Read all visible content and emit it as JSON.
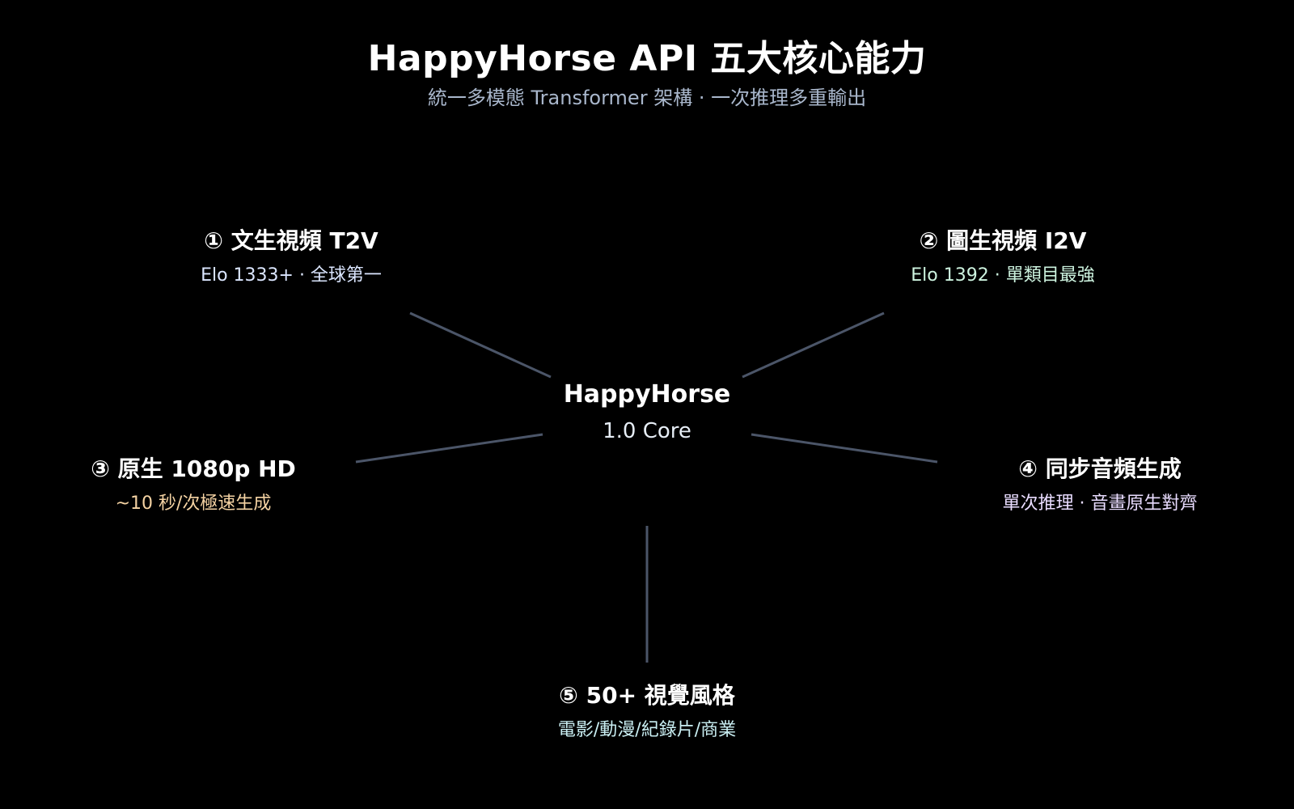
{
  "header": {
    "title": "HappyHorse API 五大核心能力",
    "subtitle": "統一多模態 Transformer 架構 · 一次推理多重輸出"
  },
  "center": {
    "name": "HappyHorse",
    "version": "1.0 Core"
  },
  "nodes": [
    {
      "title": "① 文生視頻 T2V",
      "desc": "Elo 1333+ · 全球第一",
      "desc_color": "#dbe6ff"
    },
    {
      "title": "② 圖生視頻 I2V",
      "desc": "Elo 1392 · 單類目最強",
      "desc_color": "#cdf3df"
    },
    {
      "title": "③ 原生 1080p HD",
      "desc": "~10 秒/次極速生成",
      "desc_color": "#f5d3a3"
    },
    {
      "title": "④ 同步音頻生成",
      "desc": "單次推理 · 音畫原生對齊",
      "desc_color": "#e9dcff"
    },
    {
      "title": "⑤ 50+ 視覺風格",
      "desc": "電影/動漫/紀錄片/商業",
      "desc_color": "#c9eef2"
    }
  ],
  "colors": {
    "background": "#000000",
    "connector": "#4b5568",
    "subtitle": "#a9b7cc"
  }
}
